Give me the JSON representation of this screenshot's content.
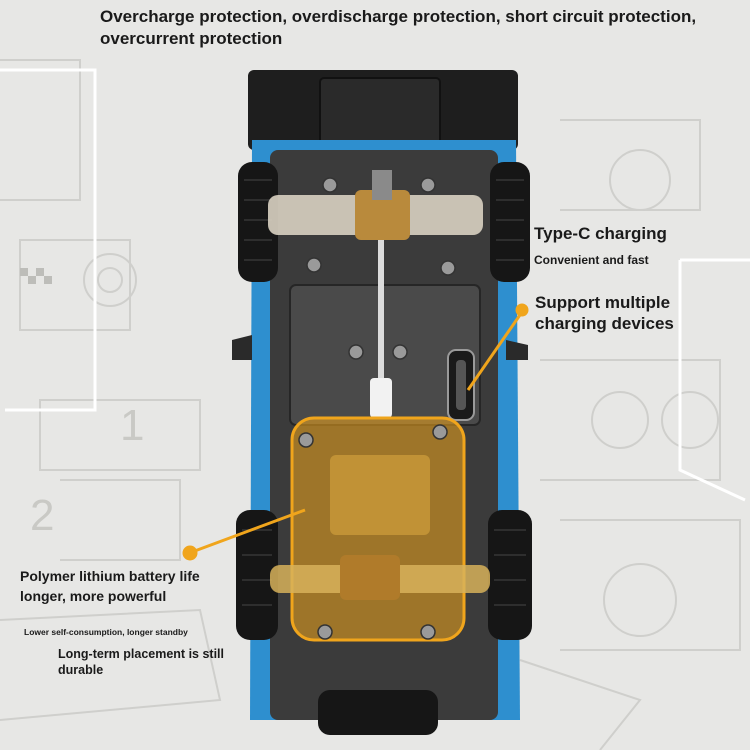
{
  "headline": "Overcharge protection, overdischarge protection, short circuit protection, overcurrent protection",
  "typec": {
    "title": "Type-C charging",
    "subtitle": "Convenient and fast"
  },
  "devices": {
    "title": "Support multiple charging devices"
  },
  "battery": {
    "title": "Polymer lithium battery life longer, more powerful",
    "small_note": "Lower self-consumption, longer standby",
    "note": "Long-term placement is still durable"
  },
  "colors": {
    "accent": "#f0a51c",
    "car_body": "#2e8fcf",
    "chassis": "#2b2b2b"
  }
}
